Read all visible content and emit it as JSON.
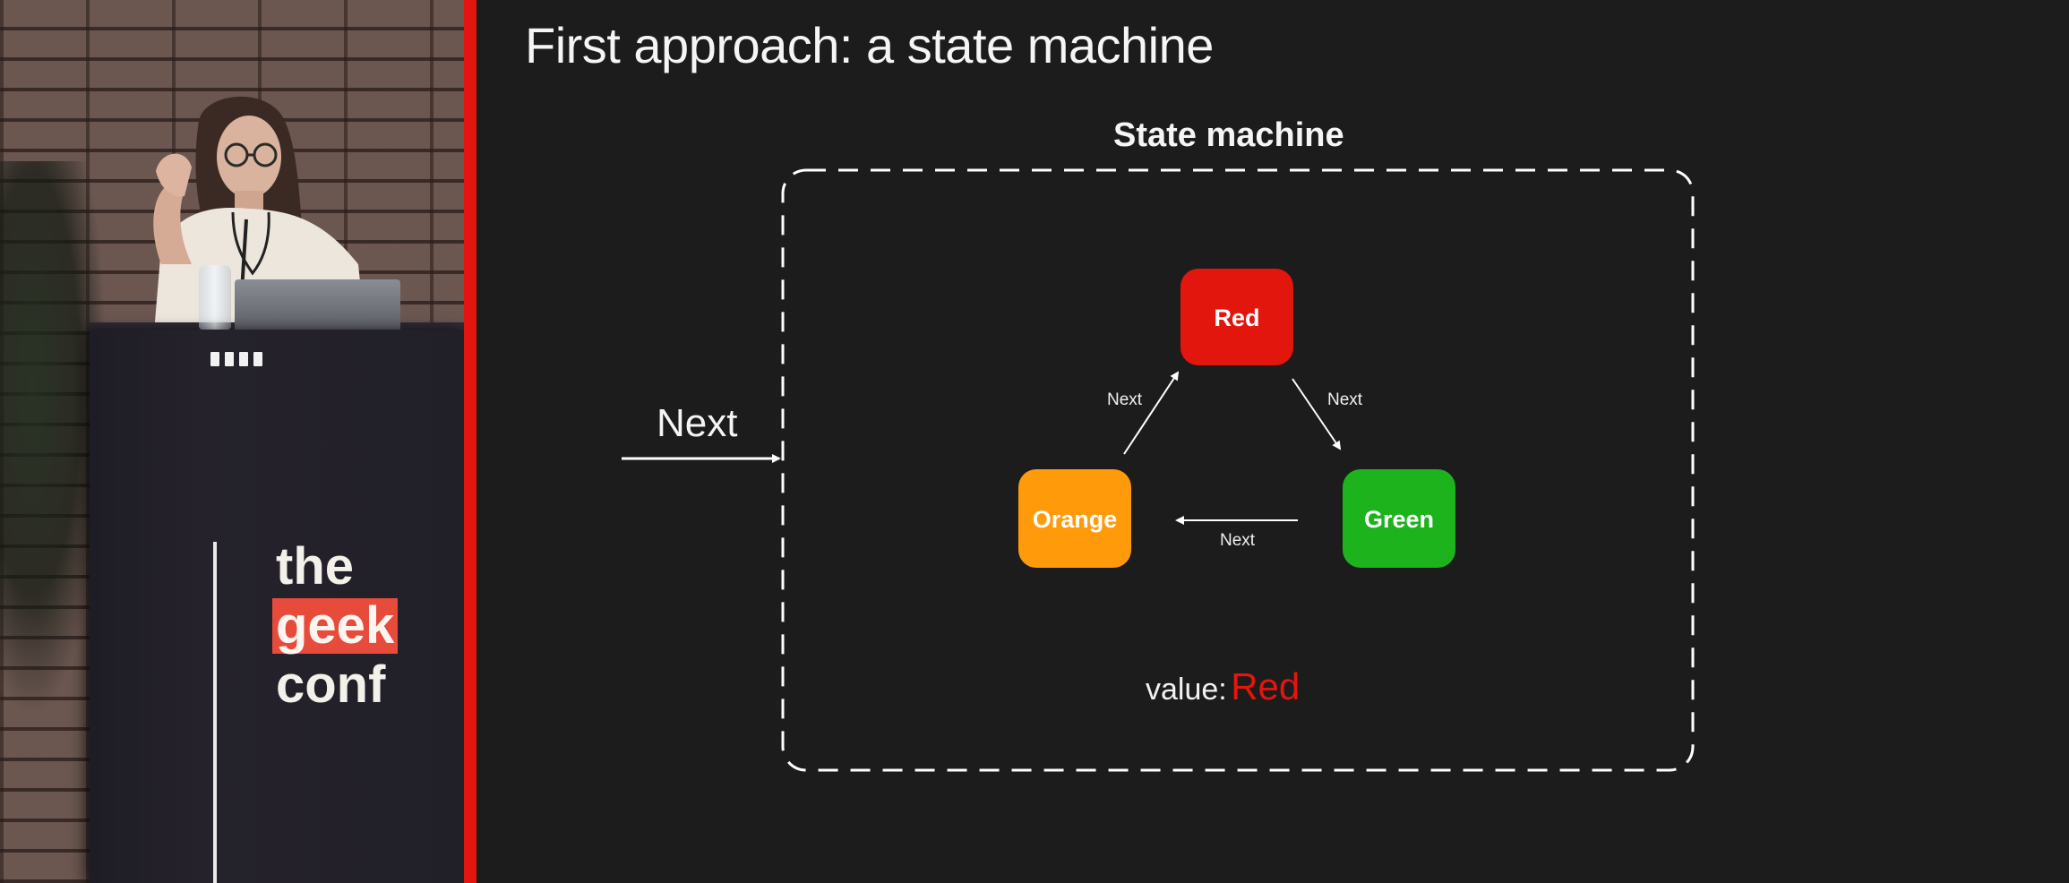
{
  "slide": {
    "title": "First approach: a state machine",
    "box_title": "State machine",
    "input_label": "Next",
    "value_label": "value:",
    "value_current": "Red"
  },
  "states": [
    {
      "id": "red",
      "label": "Red",
      "color": "#e3160e"
    },
    {
      "id": "green",
      "label": "Green",
      "color": "#1db31c"
    },
    {
      "id": "orange",
      "label": "Orange",
      "color": "#ff9a0a"
    }
  ],
  "transitions": [
    {
      "from": "red",
      "to": "green",
      "label": "Next"
    },
    {
      "from": "green",
      "to": "orange",
      "label": "Next"
    },
    {
      "from": "orange",
      "to": "red",
      "label": "Next"
    }
  ],
  "podium": {
    "logo_lines": [
      "the",
      "geek",
      "conf"
    ]
  },
  "colors": {
    "accent_bar": "#e2160f",
    "logo_highlight": "#e74b3c",
    "slide_background": "#1c1c1c"
  }
}
